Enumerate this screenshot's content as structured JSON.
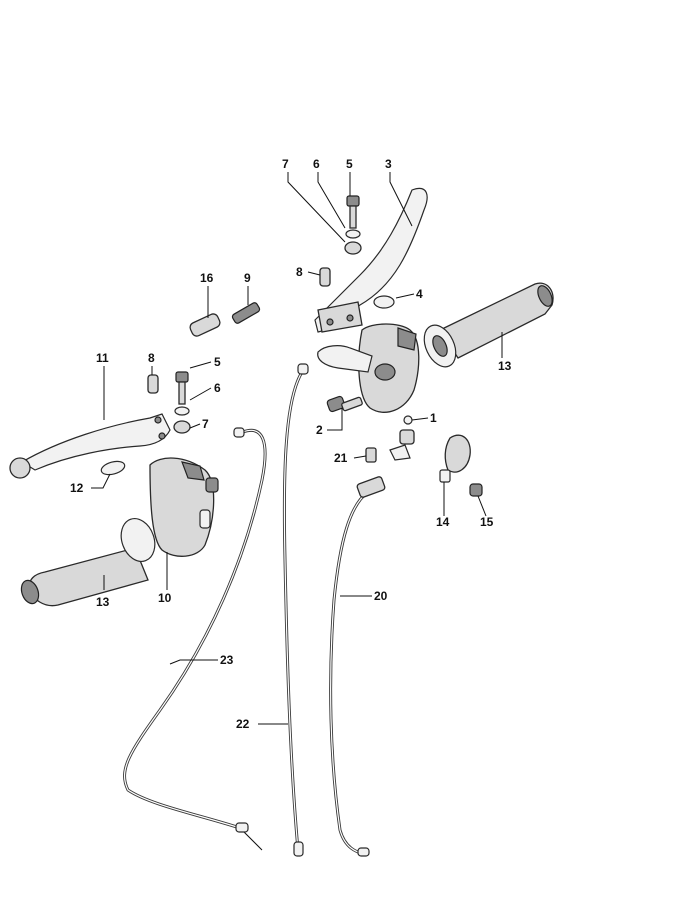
{
  "callouts": {
    "c1": "1",
    "c2": "2",
    "c3": "3",
    "c4": "4",
    "c5a": "5",
    "c5b": "5",
    "c6a": "6",
    "c6b": "6",
    "c7a": "7",
    "c7b": "7",
    "c8a": "8",
    "c8b": "8",
    "c9": "9",
    "c10": "10",
    "c11": "11",
    "c12": "12",
    "c13a": "13",
    "c13b": "13",
    "c14": "14",
    "c15": "15",
    "c16": "16",
    "c20": "20",
    "c21": "21",
    "c22": "22",
    "c23": "23"
  }
}
